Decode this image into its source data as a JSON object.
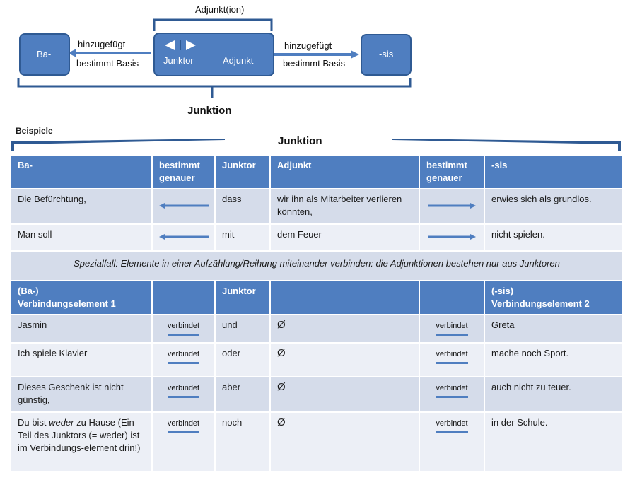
{
  "diagram": {
    "adjunktion_label": "Adjunkt(ion)",
    "ba_box": "Ba-",
    "junktor_box": "Junktor",
    "adjunkt_box": "Adjunkt",
    "sis_box": "-sis",
    "left_arrow_top": "hinzugefügt",
    "left_arrow_bottom": "bestimmt Basis",
    "right_arrow_top": "hinzugefügt",
    "right_arrow_bottom": "bestimmt Basis",
    "junktion_label": "Junktion"
  },
  "examples": {
    "beispiele_label": "Beispiele",
    "junktion_title": "Junktion",
    "header": {
      "ba": "Ba-",
      "bestimmt_left": "bestimmt genauer",
      "junktor": "Junktor",
      "adjunkt": "Adjunkt",
      "bestimmt_right": "bestimmt genauer",
      "sis": "-sis"
    },
    "rows": [
      {
        "ba": "Die Befürchtung,",
        "junktor": "dass",
        "adjunkt": "wir ihn als Mitarbeiter verlieren könnten,",
        "sis": "erwies sich als grundlos."
      },
      {
        "ba": "Man soll",
        "junktor": "mit",
        "adjunkt": "dem Feuer",
        "sis": "nicht spielen."
      }
    ],
    "special_case": "Spezialfall: Elemente in einer Aufzählung/Reihung miteinander verbinden: die Adjunktionen bestehen nur aus Junktoren",
    "header2": {
      "ba": "(Ba-)",
      "element1": "Verbindungselement 1",
      "junktor": "Junktor",
      "sis": "(-sis)",
      "element2": "Verbindungselement 2"
    },
    "verbindet": "verbindet",
    "rows2": [
      {
        "left": "Jasmin",
        "junktor": "und",
        "adjunkt": "Ø",
        "right": "Greta"
      },
      {
        "left": "Ich spiele Klavier",
        "junktor": "oder",
        "adjunkt": "Ø",
        "right": "mache noch Sport."
      },
      {
        "left": "Dieses Geschenk ist nicht günstig,",
        "junktor": "aber",
        "adjunkt": "Ø",
        "right": "auch nicht zu teuer."
      },
      {
        "left_pre": "Du bist ",
        "left_em": "weder",
        "left_post": " zu Hause (Ein Teil des Junktors (= weder) ist im Verbindungs-element drin!)",
        "junktor": "noch",
        "adjunkt": "Ø",
        "right": "in der Schule."
      }
    ]
  },
  "colors": {
    "accent": "#4f7ec0",
    "row_dark": "#d5dcea",
    "row_light": "#eceff6"
  }
}
